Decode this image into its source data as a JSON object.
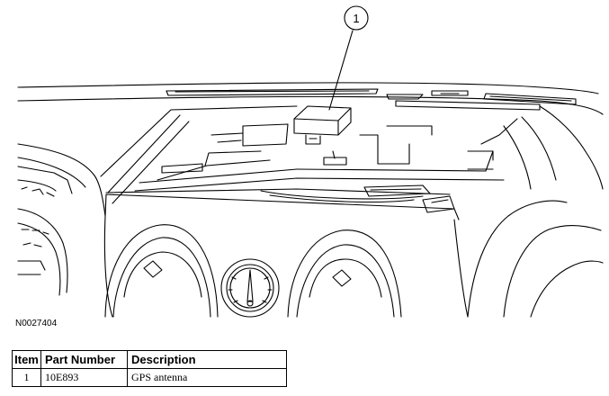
{
  "callout": {
    "number": "1"
  },
  "figure_id": "N0027404",
  "table": {
    "headers": [
      "Item",
      "Part Number",
      "Description"
    ],
    "rows": [
      {
        "item": "1",
        "part_number": "10E893",
        "description": "GPS antenna"
      }
    ]
  }
}
